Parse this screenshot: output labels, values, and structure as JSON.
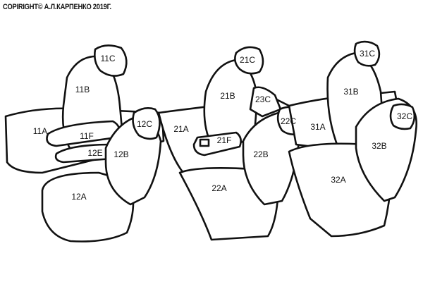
{
  "copyright": "COPIRIGHT© А.Л.КАРПЕНКО 2019Г.",
  "labels": {
    "l11C": "11C",
    "l11B": "11B",
    "l11A": "11A",
    "l11F": "11F",
    "l12E": "12E",
    "l12C": "12C",
    "l12B": "12B",
    "l12A": "12A",
    "l21C": "21C",
    "l21B": "21B",
    "l23C": "23C",
    "l21A": "21A",
    "l21F": "21F",
    "l22C": "22C",
    "l22B": "22B",
    "l22A": "22A",
    "l31C": "31C",
    "l31B": "31B",
    "l31A": "31A",
    "l32C": "32C",
    "l32B": "32B",
    "l32A": "32A"
  }
}
